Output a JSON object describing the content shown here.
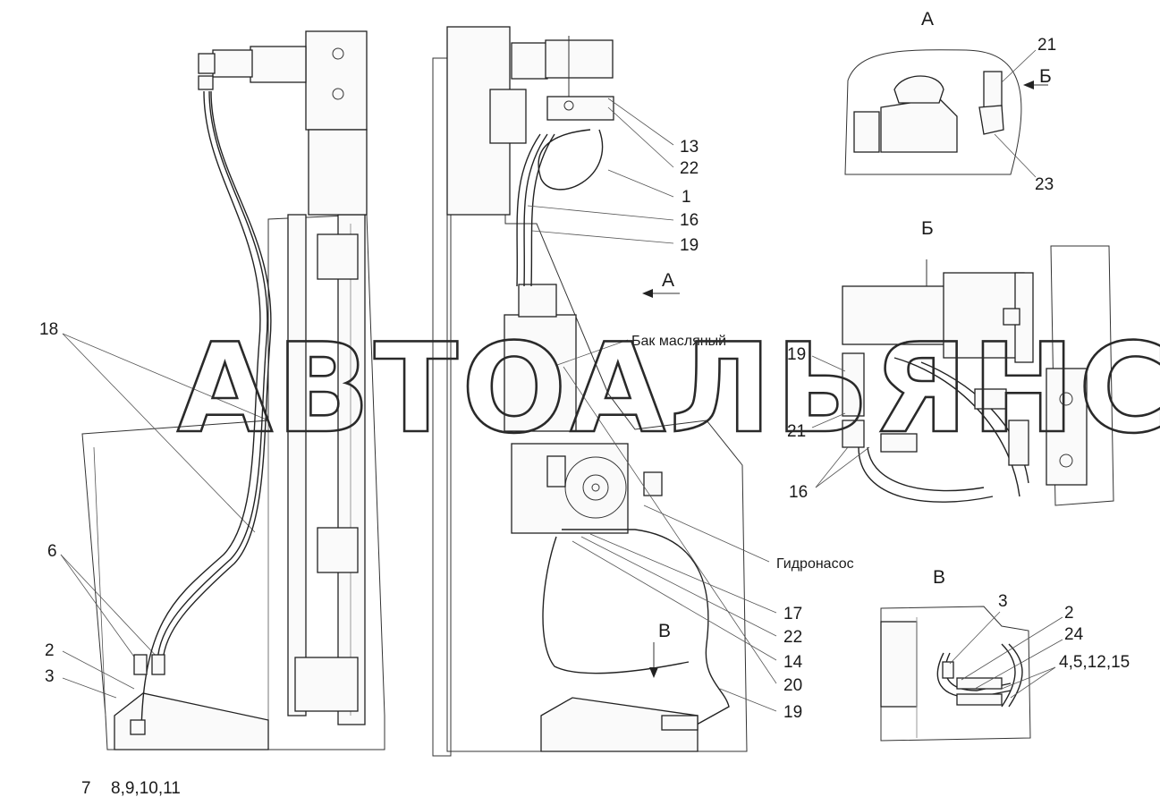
{
  "watermark": "АВТОАЛЬЯНС",
  "views": {
    "a": "А",
    "b": "Б",
    "v": "В"
  },
  "arrows": {
    "a": "А",
    "b": "Б",
    "v": "В"
  },
  "captions": {
    "oil_tank": "Бак масляный",
    "pump": "Гидронасос"
  },
  "callouts": {
    "left": [
      "18",
      "6",
      "2",
      "3",
      "7",
      "8,9,10,11"
    ],
    "middle": [
      "13",
      "22",
      "1",
      "16",
      "19",
      "17",
      "22",
      "14",
      "20",
      "19"
    ],
    "view_a": [
      "21",
      "23"
    ],
    "view_b": [
      "19",
      "21",
      "16"
    ],
    "view_v": [
      "3",
      "2",
      "24",
      "4,5,12,15"
    ]
  }
}
